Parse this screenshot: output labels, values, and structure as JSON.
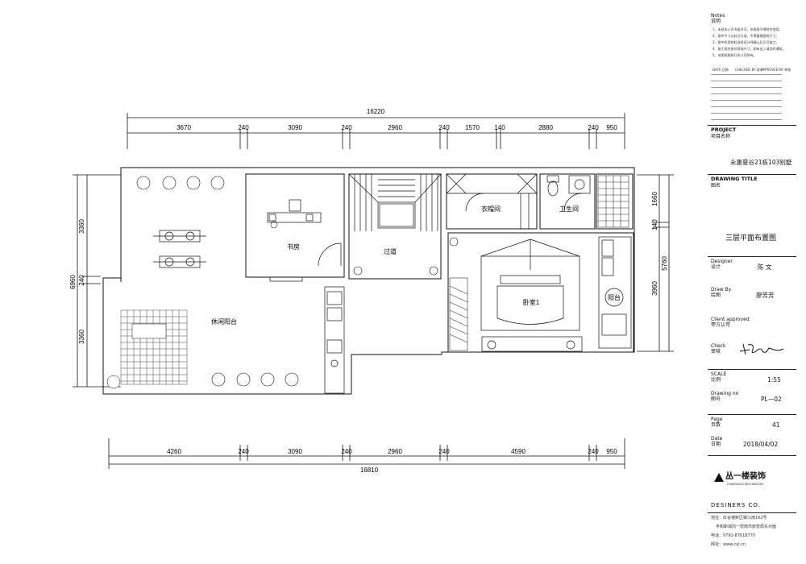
{
  "dims": {
    "top_total": "16220",
    "top": [
      "3670",
      "240",
      "3090",
      "240",
      "2960",
      "240",
      "1570",
      "140",
      "2880",
      "240",
      "950"
    ],
    "bottom_total": "16810",
    "bottom": [
      "4260",
      "240",
      "3090",
      "240",
      "2960",
      "240",
      "4590",
      "240",
      "950"
    ],
    "left_total": "6960",
    "left": [
      "3360",
      "240",
      "3360"
    ],
    "right_total": "5760",
    "right": [
      "1660",
      "140",
      "3960"
    ]
  },
  "rooms": {
    "study": "书房",
    "corridor": "过道",
    "closet": "衣帽间",
    "bathroom": "卫生间",
    "bedroom": "卧室1",
    "balcony": "阳台",
    "leisure_balcony": "休闲阳台"
  },
  "title_block": {
    "notes_label": "Notes",
    "notes_label_cn": "说明",
    "notes": [
      "1、未经本公司书面许可，本图纸不得转作他用，",
      "2、图中尺寸以标注为准，不得量取图纸尺寸。",
      "3、图中所用材料须经设计师确认后方可施工。",
      "4、施工前应核对现场尺寸，如有出入请及时通知。",
      "5、本图纸版权归本公司所有。"
    ],
    "rev_headers": [
      "DATE 日期",
      "CHECKED BY 校对",
      "APPROVED BY 审核"
    ],
    "project_label": "PROJECT",
    "project_label_cn": "项目名称",
    "project_value": "永惠曼谷21栋103别墅",
    "drawing_title_label": "DRAWING TITLE",
    "drawing_title_label_cn": "图名",
    "drawing_title_value": "三层平面布置图",
    "designer_label": "Designer",
    "designer_label_cn": "设计",
    "designer_value": "陈 文",
    "drawn_label": "Draw By",
    "drawn_label_cn": "绘图",
    "drawn_value": "廖芳芳",
    "client_label": "Client approved",
    "client_label_cn": "甲方认可",
    "check_label": "Check",
    "check_label_cn": "审核",
    "scale_label": "SCALE",
    "scale_label_cn": "比例",
    "scale_value": "1:55",
    "drawing_no_label": "Drawing no",
    "drawing_no_label_cn": "图号",
    "drawing_no_value": "PL—02",
    "page_label": "Page",
    "page_label_cn": "页数",
    "page_value": "41",
    "date_label": "Date",
    "date_label_cn": "日期",
    "date_value": "2018/04/02",
    "company_cn": "丛一楼装饰",
    "company_en_small": "CONGYILOU DECORATION",
    "company_en": "DESINERS CO.",
    "address": "地址：红谷滩新区赣江南162号",
    "address2": "丰和新城向一层南市房管局东对面",
    "phone": "电话：0791-87618770",
    "web": "网址：www.cyl.cn"
  },
  "colors": {
    "line": "#111111",
    "hatch": "#555555",
    "grid": "#888888"
  }
}
